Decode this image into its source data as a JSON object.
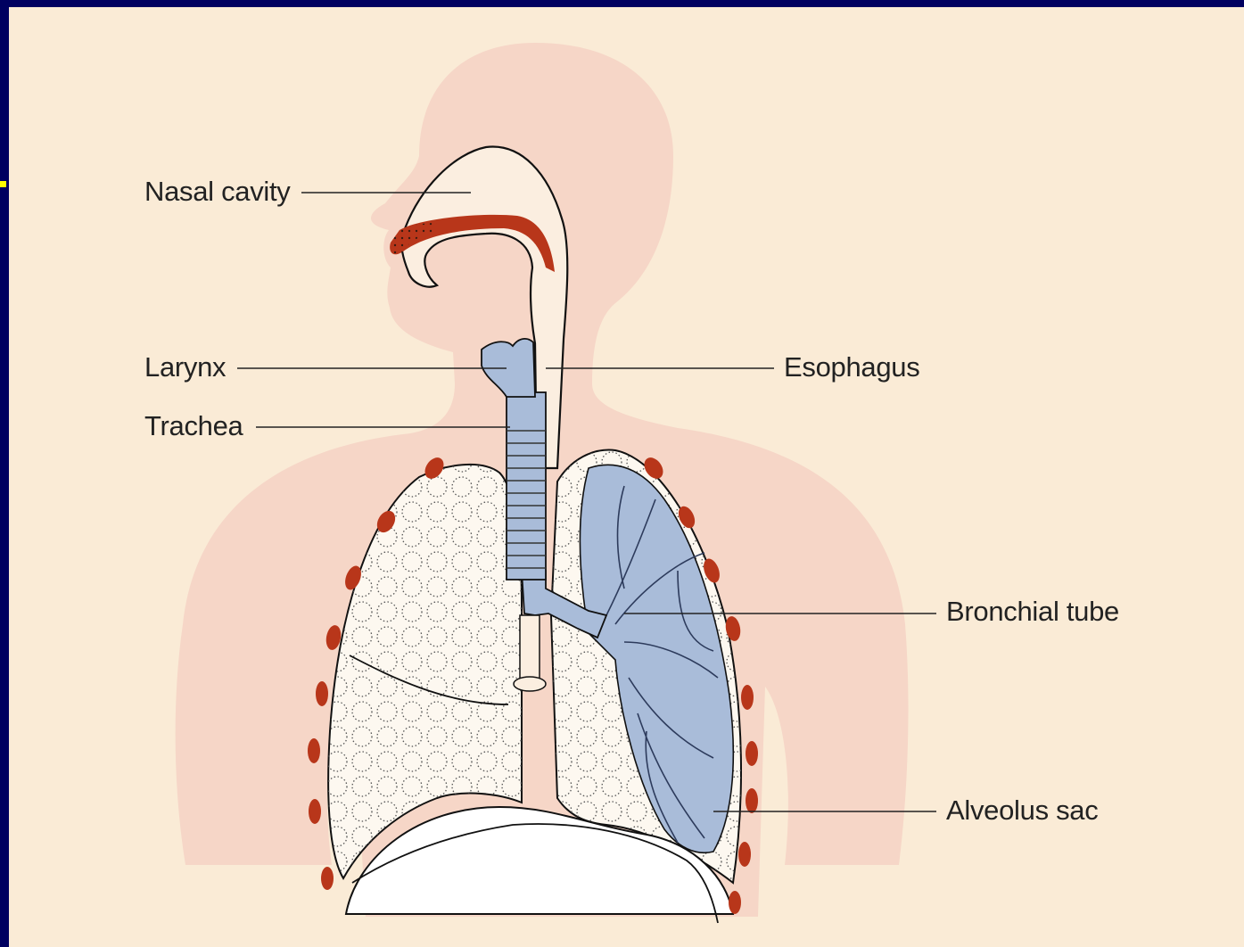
{
  "labels": {
    "nasal_cavity": "Nasal cavity",
    "larynx": "Larynx",
    "trachea": "Trachea",
    "esophagus": "Esophagus",
    "bronchial_tube": "Bronchial tube",
    "alveolus_sac": "Alveolus sac"
  },
  "colors": {
    "background": "#faebd6",
    "frame": "#000060",
    "silhouette": "#f6d6c7",
    "airway": "#a9bcd9",
    "ribs": "#b8361a"
  }
}
